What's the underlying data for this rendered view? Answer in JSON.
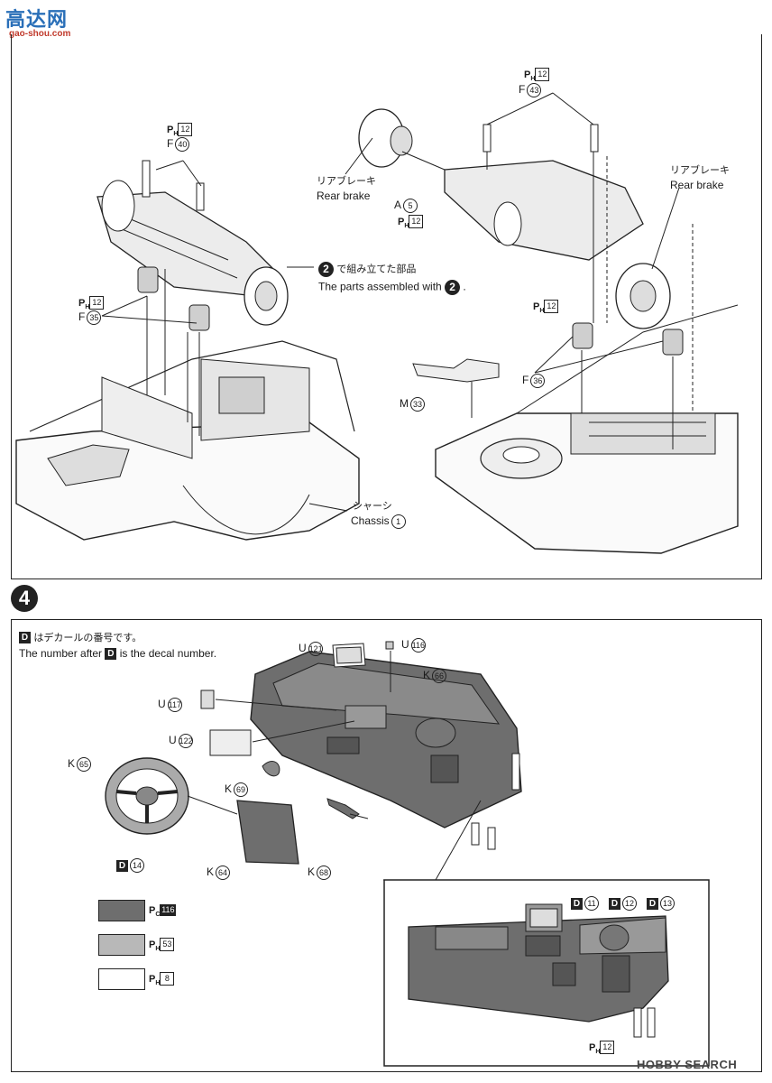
{
  "watermark_top": {
    "logo": "高达网",
    "url": "gao-shou.com"
  },
  "watermark_bottom": {
    "text": "HOBBY SEARCH"
  },
  "step_top": {
    "front_axle_parts": {
      "paint_code": "12",
      "bolt_label": "F",
      "bolt_num": "40",
      "damper_paint": "12",
      "damper_label": "F",
      "damper_num": "35"
    },
    "assembled_note": {
      "num": "2",
      "jp": "で組み立てた部品",
      "en_prefix": "The parts assembled with",
      "en_suffix": "."
    },
    "chassis": {
      "jp": "シャーシ",
      "en": "Chassis",
      "num": "1"
    },
    "rear_brake_left": {
      "jp": "リアブレーキ",
      "en": "Rear brake"
    },
    "rear_brake_right": {
      "jp": "リアブレーキ",
      "en": "Rear brake"
    },
    "rear_bolt": {
      "paint": "12",
      "label": "F",
      "num": "43"
    },
    "rear_axle": {
      "label": "A",
      "num": "5",
      "paint": "12"
    },
    "rear_damper": {
      "paint": "12",
      "label": "F",
      "num": "36"
    },
    "exhaust": {
      "label": "M",
      "num": "33"
    }
  },
  "step4": {
    "number": "4",
    "decal_note_jp": "はデカールの番号です。",
    "decal_note_en_pre": "The number after",
    "decal_note_en_post": "is the decal number.",
    "decal_letter": "D",
    "parts": [
      {
        "label": "U",
        "num": "121"
      },
      {
        "label": "U",
        "num": "116"
      },
      {
        "label": "K",
        "num": "66"
      },
      {
        "label": "U",
        "num": "117"
      },
      {
        "label": "U",
        "num": "122"
      },
      {
        "label": "K",
        "num": "65"
      },
      {
        "label": "K",
        "num": "69"
      },
      {
        "label": "K",
        "num": "64"
      },
      {
        "label": "K",
        "num": "68"
      }
    ],
    "wheel_decal": "14",
    "inset_decals": [
      "11",
      "12",
      "13"
    ],
    "inset_paint": "12",
    "legend": [
      {
        "code": "PC",
        "num": "116",
        "color": "#6e6e6e"
      },
      {
        "code": "PH",
        "num": "53",
        "color": "#b8b8b8"
      },
      {
        "code": "PH",
        "num": "8",
        "color": "#ffffff"
      }
    ]
  }
}
